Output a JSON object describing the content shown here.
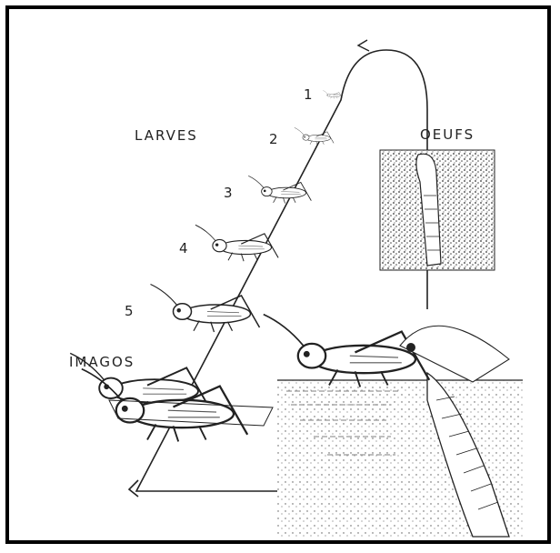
{
  "labels": {
    "larvae": "LARVES",
    "eggs": "OEUFS",
    "adults": "IMAGOS"
  },
  "stages": [
    "1",
    "2",
    "3",
    "4",
    "5"
  ],
  "colors": {
    "ink": "#222222",
    "frame": "#000000",
    "background": "#ffffff"
  }
}
